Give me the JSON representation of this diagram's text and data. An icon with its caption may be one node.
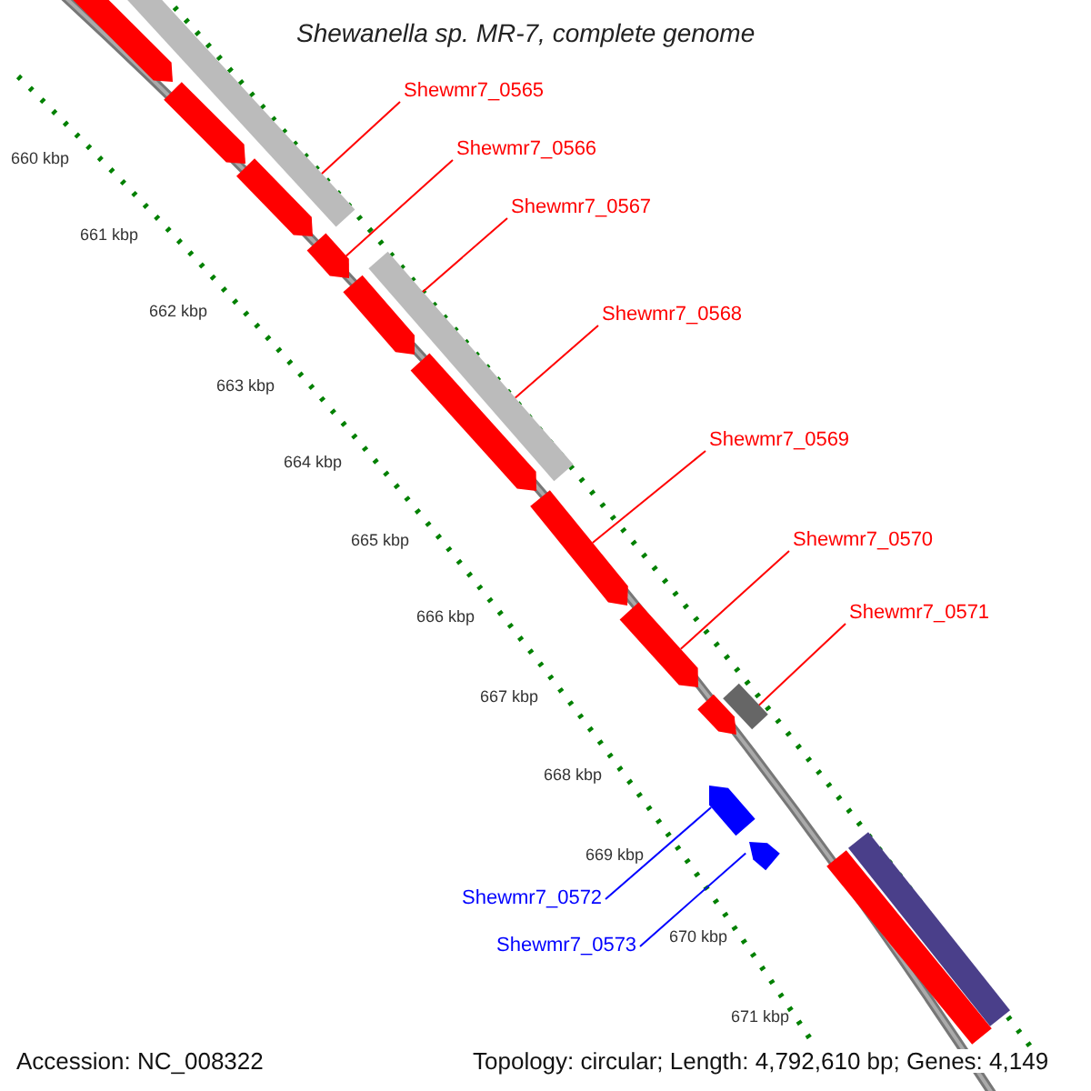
{
  "diagram": {
    "title": "Shewanella sp. MR-7, complete genome",
    "nodes": [
      {
        "text": [
          "Shewmr7_0565"
        ]
      },
      {
        "text": [
          "Shewmr7_0566"
        ]
      },
      {
        "text": [
          "Shewmr7_0567"
        ]
      },
      {
        "text": [
          "Shewmr7_0568"
        ]
      },
      {
        "text": [
          "Shewmr7_0569"
        ]
      },
      {
        "text": [
          "Shewmr7_0570"
        ]
      },
      {
        "text": [
          "Shewmr7_0571"
        ]
      },
      {
        "text": [
          "Shewmr7_0572"
        ]
      },
      {
        "text": [
          "Shewmr7_0573"
        ]
      },
      {
        "text": [],
        "shape": "arrow"
      },
      {
        "text": [],
        "shape": "bar"
      },
      {
        "text": [],
        "shape": "arrow"
      },
      {
        "text": [],
        "shape": "arrow"
      },
      {
        "text": [],
        "shape": "arrow"
      },
      {
        "text": [],
        "shape": "arrow"
      },
      {
        "text": [],
        "shape": "bar"
      },
      {
        "text": [],
        "shape": "arrow"
      },
      {
        "text": [],
        "shape": "arrow"
      },
      {
        "text": [],
        "shape": "arrow"
      },
      {
        "text": [],
        "shape": "arrow"
      },
      {
        "text": [],
        "shape": "bar"
      },
      {
        "text": [],
        "shape": "arrow"
      },
      {
        "text": [],
        "shape": "arrow"
      },
      {
        "text": [],
        "shape": "bar"
      },
      {
        "text": [],
        "shape": "bar"
      }
    ],
    "edges": [
      {
        "from": 0,
        "to": 10,
        "arrow": "none"
      },
      {
        "from": 1,
        "to": 13,
        "arrow": "none"
      },
      {
        "from": 2,
        "to": 15,
        "arrow": "none"
      },
      {
        "from": 3,
        "to": 15,
        "arrow": "none"
      },
      {
        "from": 4,
        "to": 17,
        "arrow": "none"
      },
      {
        "from": 5,
        "to": 18,
        "arrow": "none"
      },
      {
        "from": 6,
        "to": 20,
        "arrow": "none"
      },
      {
        "from": 7,
        "to": 21,
        "arrow": "none",
        "color": "#0000ff"
      },
      {
        "from": 8,
        "to": 22,
        "arrow": "none",
        "color": "#0000ff"
      }
    ],
    "labels": [
      "660 kbp",
      "661 kbp",
      "662 kbp",
      "663 kbp",
      "664 kbp",
      "665 kbp",
      "666 kbp",
      "667 kbp",
      "668 kbp",
      "669 kbp",
      "670 kbp",
      "671 kbp",
      "Accession: NC_008322",
      "Topology: circular; Length: 4,792,610 bp; Genes: 4,149"
    ]
  }
}
